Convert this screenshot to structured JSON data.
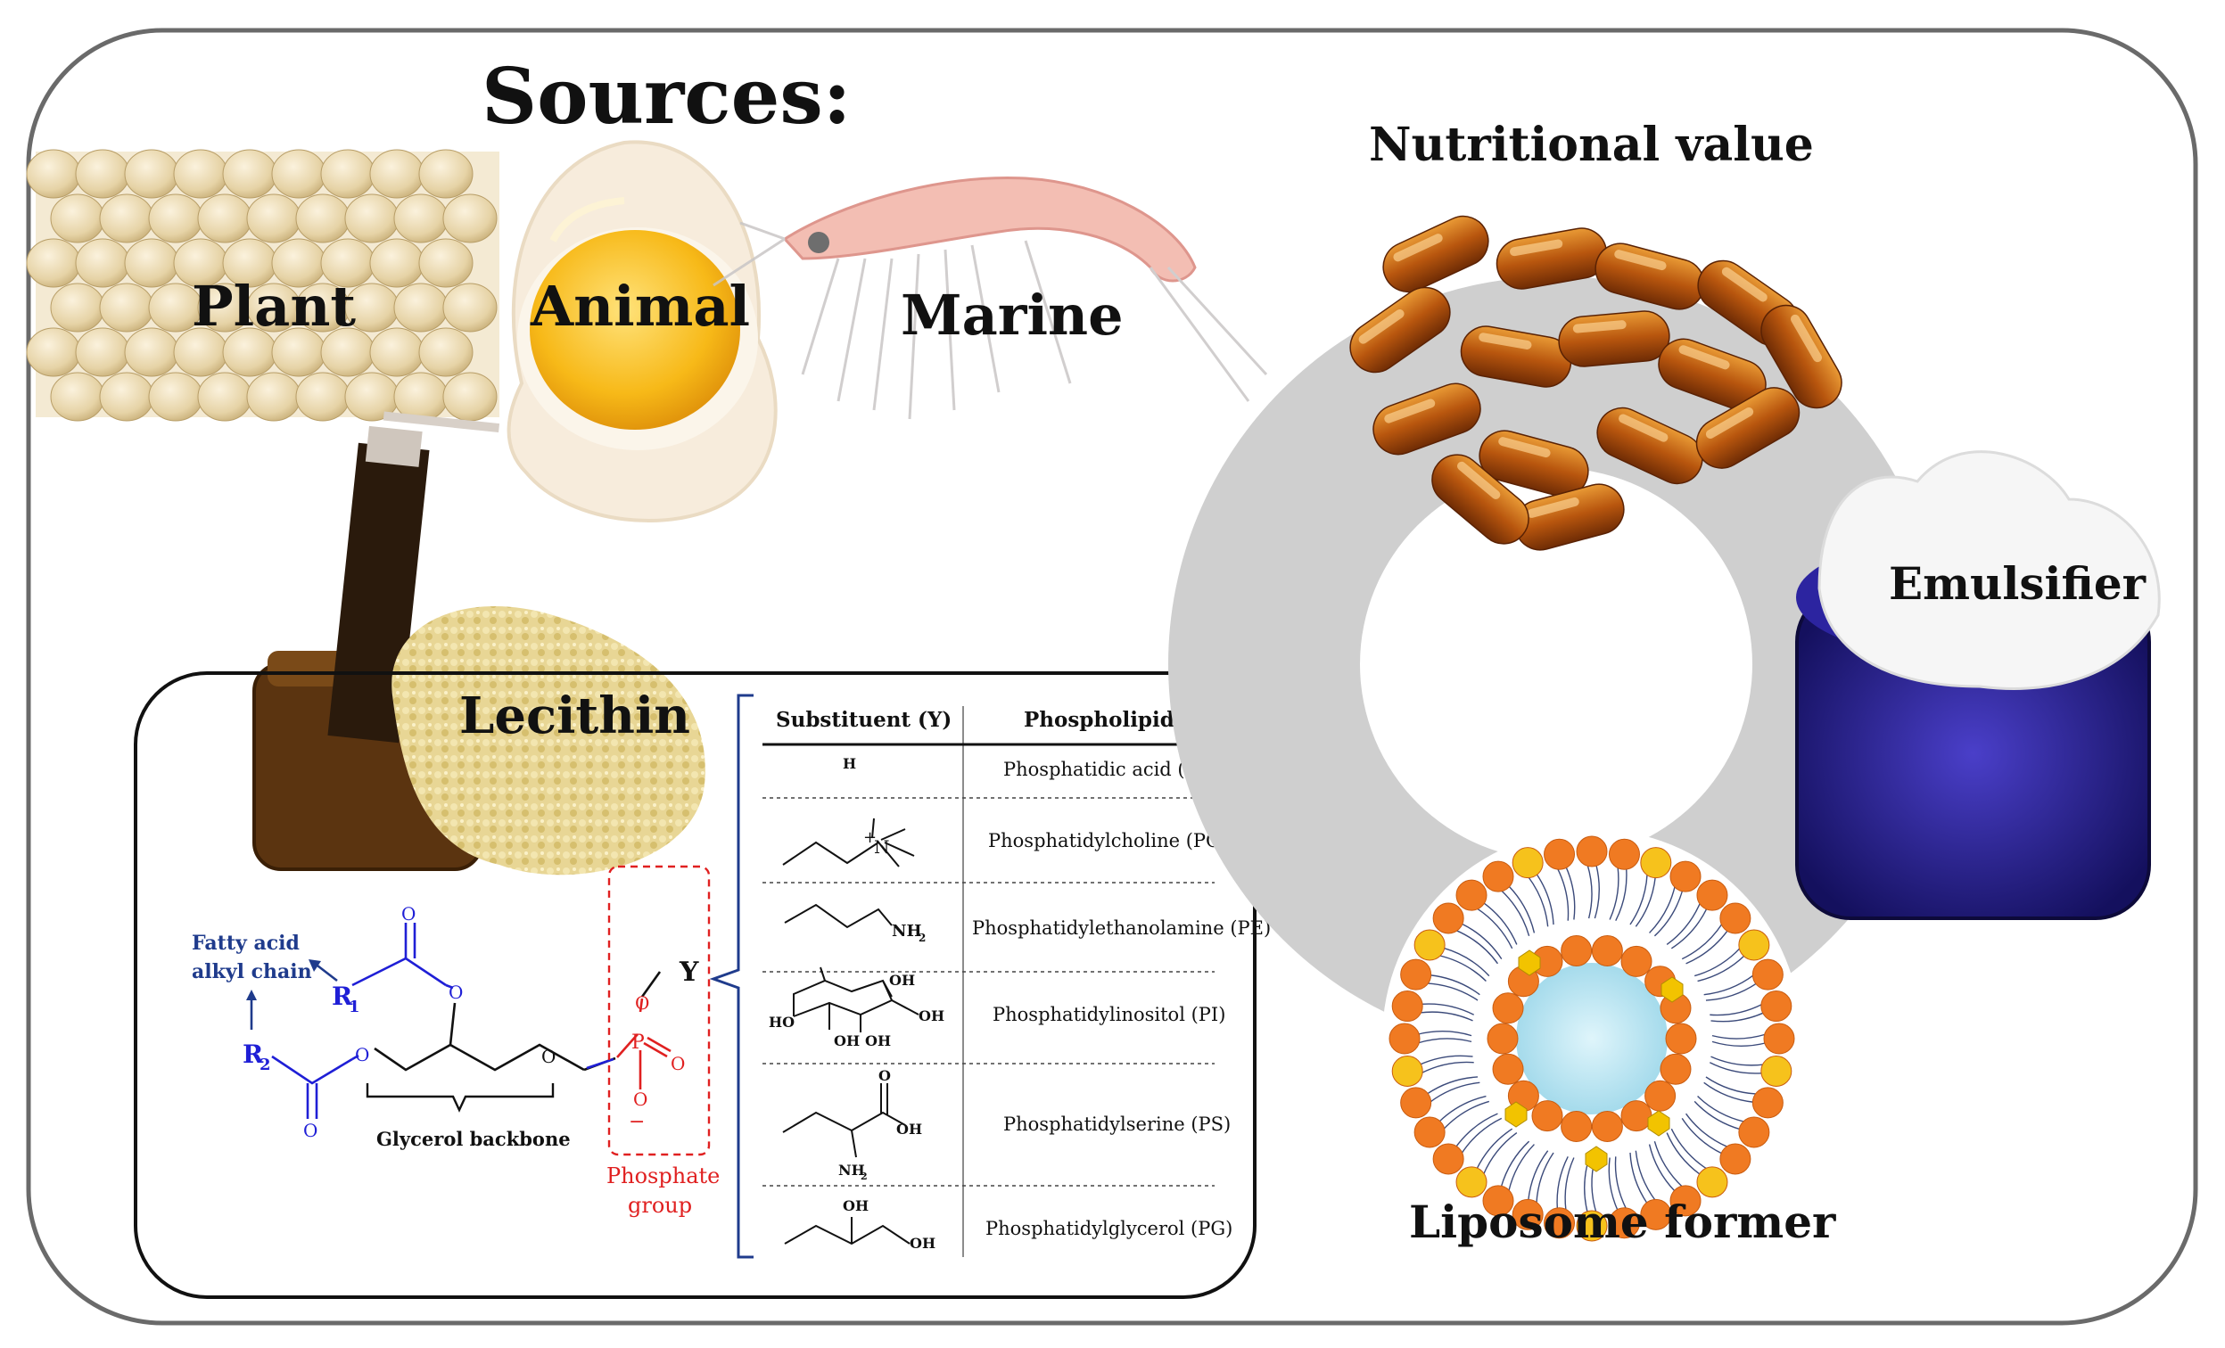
{
  "title": "Sources:",
  "sources": {
    "plant": "Plant",
    "animal": "Animal",
    "marine": "Marine",
    "lecithin": "Lecithin"
  },
  "applications": {
    "nutritional": "Nutritional value",
    "emulsifier": "Emulsifier",
    "liposome": "Liposome former"
  },
  "structure": {
    "fatty_acid_line1": "Fatty acid",
    "fatty_acid_line2": "alkyl chain",
    "r1": "R",
    "r1_sub": "1",
    "r2": "R",
    "r2_sub": "2",
    "glycerol": "Glycerol backbone",
    "phosphate_line1": "Phosphate",
    "phosphate_line2": "group",
    "y": "Y",
    "o": "O",
    "p": "P",
    "minus": "−"
  },
  "table": {
    "col1": "Substituent (Y)",
    "col2": "Phospholipid",
    "rows": [
      {
        "phospholipid": "Phosphatidic acid (PA)"
      },
      {
        "phospholipid": "Phosphatidylcholine (PC)"
      },
      {
        "phospholipid": "Phosphatidylethanolamine (PE)"
      },
      {
        "phospholipid": "Phosphatidylinositol (PI)"
      },
      {
        "phospholipid": "Phosphatidylserine (PS)"
      },
      {
        "phospholipid": "Phosphatidylglycerol (PG)"
      }
    ],
    "labels": {
      "h": "H",
      "plus": "+",
      "n": "N",
      "nh2": "NH",
      "nh2_sub": "2",
      "oh": "OH",
      "ho": "HO"
    }
  },
  "colors": {
    "structure_blue": "#1f1fd6",
    "phosphate_red": "#e02020",
    "ring_gray": "#cfcfcf",
    "frame_gray": "#666666"
  }
}
